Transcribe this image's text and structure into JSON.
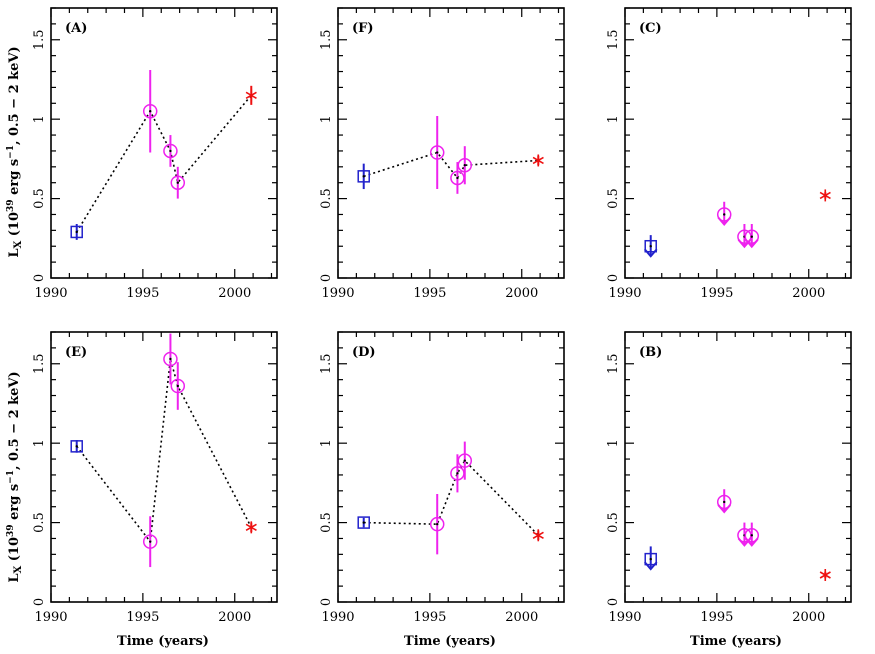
{
  "figure": {
    "ylabel_main": "L",
    "ylabel_sub": "X",
    "ylabel_open": " (10",
    "ylabel_exp": "39",
    "ylabel_unit1": " erg s",
    "ylabel_exp2": "−1",
    "ylabel_rest": ", 0.5 − 2 keV)",
    "xlabel": "Time (years)"
  },
  "colors": {
    "square": "#2222cc",
    "circle": "#ee22ee",
    "star": "#ee1111",
    "line": "#000000"
  },
  "chart_data": [
    {
      "type": "scatter",
      "label": "(A)",
      "xlim": [
        1990,
        2002.3
      ],
      "ylim": [
        0,
        1.7
      ],
      "xticks": [
        1990,
        1995,
        2000
      ],
      "yticks": [
        0,
        0.5,
        1,
        1.5
      ],
      "ytick_labels": [
        "0",
        "0.5",
        "1",
        "1.5"
      ],
      "connected": true,
      "points": [
        {
          "x": 1991.4,
          "y": 0.29,
          "err": 0.05,
          "marker": "square",
          "upper_limit": false
        },
        {
          "x": 1995.4,
          "y": 1.05,
          "err": 0.26,
          "marker": "circle",
          "upper_limit": false
        },
        {
          "x": 1996.5,
          "y": 0.8,
          "err": 0.1,
          "marker": "circle",
          "upper_limit": false
        },
        {
          "x": 1996.9,
          "y": 0.6,
          "err": 0.1,
          "marker": "circle",
          "upper_limit": false
        },
        {
          "x": 2000.9,
          "y": 1.15,
          "err": 0.06,
          "marker": "star",
          "upper_limit": false
        }
      ]
    },
    {
      "type": "scatter",
      "label": "(F)",
      "xlim": [
        1990,
        2002.3
      ],
      "ylim": [
        0,
        1.7
      ],
      "xticks": [
        1990,
        1995,
        2000
      ],
      "yticks": [
        0,
        0.5,
        1,
        1.5
      ],
      "ytick_labels": [
        "0",
        "0.5",
        "1",
        "1.5"
      ],
      "connected": true,
      "points": [
        {
          "x": 1991.4,
          "y": 0.64,
          "err": 0.08,
          "marker": "square",
          "upper_limit": false
        },
        {
          "x": 1995.4,
          "y": 0.79,
          "err": 0.23,
          "marker": "circle",
          "upper_limit": false
        },
        {
          "x": 1996.5,
          "y": 0.63,
          "err": 0.1,
          "marker": "circle",
          "upper_limit": false
        },
        {
          "x": 1996.9,
          "y": 0.71,
          "err": 0.12,
          "marker": "circle",
          "upper_limit": false
        },
        {
          "x": 2000.9,
          "y": 0.74,
          "err": 0.03,
          "marker": "star",
          "upper_limit": false
        }
      ]
    },
    {
      "type": "scatter",
      "label": "(C)",
      "xlim": [
        1990,
        2002.3
      ],
      "ylim": [
        0,
        1.7
      ],
      "xticks": [
        1990,
        1995,
        2000
      ],
      "yticks": [
        0,
        0.5,
        1,
        1.5
      ],
      "ytick_labels": [
        "0",
        "0.5",
        "1",
        "1.5"
      ],
      "connected": false,
      "points": [
        {
          "x": 1991.4,
          "y": 0.2,
          "err": 0.07,
          "marker": "square",
          "upper_limit": true
        },
        {
          "x": 1995.4,
          "y": 0.4,
          "err": 0.08,
          "marker": "circle",
          "upper_limit": true
        },
        {
          "x": 1996.5,
          "y": 0.26,
          "err": 0.08,
          "marker": "circle",
          "upper_limit": true
        },
        {
          "x": 1996.9,
          "y": 0.26,
          "err": 0.08,
          "marker": "circle",
          "upper_limit": true
        },
        {
          "x": 2000.9,
          "y": 0.52,
          "err": 0.02,
          "marker": "star",
          "upper_limit": false
        }
      ]
    },
    {
      "type": "scatter",
      "label": "(E)",
      "xlim": [
        1990,
        2002.3
      ],
      "ylim": [
        0,
        1.7
      ],
      "xticks": [
        1990,
        1995,
        2000
      ],
      "yticks": [
        0,
        0.5,
        1,
        1.5
      ],
      "ytick_labels": [
        "0",
        "0.5",
        "1",
        "1.5"
      ],
      "connected": true,
      "points": [
        {
          "x": 1991.4,
          "y": 0.98,
          "err": 0.04,
          "marker": "square",
          "upper_limit": false
        },
        {
          "x": 1995.4,
          "y": 0.38,
          "err": 0.16,
          "marker": "circle",
          "upper_limit": false
        },
        {
          "x": 1996.5,
          "y": 1.53,
          "err": 0.16,
          "marker": "circle",
          "upper_limit": false
        },
        {
          "x": 1996.9,
          "y": 1.36,
          "err": 0.15,
          "marker": "circle",
          "upper_limit": false
        },
        {
          "x": 2000.9,
          "y": 0.47,
          "err": 0.03,
          "marker": "star",
          "upper_limit": false
        }
      ]
    },
    {
      "type": "scatter",
      "label": "(D)",
      "xlim": [
        1990,
        2002.3
      ],
      "ylim": [
        0,
        1.7
      ],
      "xticks": [
        1990,
        1995,
        2000
      ],
      "yticks": [
        0,
        0.5,
        1,
        1.5
      ],
      "ytick_labels": [
        "0",
        "0.5",
        "1",
        "1.5"
      ],
      "connected": true,
      "points": [
        {
          "x": 1991.4,
          "y": 0.5,
          "err": 0.03,
          "marker": "square",
          "upper_limit": false
        },
        {
          "x": 1995.4,
          "y": 0.49,
          "err": 0.19,
          "marker": "circle",
          "upper_limit": false
        },
        {
          "x": 1996.5,
          "y": 0.81,
          "err": 0.12,
          "marker": "circle",
          "upper_limit": false
        },
        {
          "x": 1996.9,
          "y": 0.89,
          "err": 0.12,
          "marker": "circle",
          "upper_limit": false
        },
        {
          "x": 2000.9,
          "y": 0.42,
          "err": 0.03,
          "marker": "star",
          "upper_limit": false
        }
      ]
    },
    {
      "type": "scatter",
      "label": "(B)",
      "xlim": [
        1990,
        2002.3
      ],
      "ylim": [
        0,
        1.7
      ],
      "xticks": [
        1990,
        1995,
        2000
      ],
      "yticks": [
        0,
        0.5,
        1,
        1.5
      ],
      "ytick_labels": [
        "0",
        "0.5",
        "1",
        "1.5"
      ],
      "connected": false,
      "points": [
        {
          "x": 1991.4,
          "y": 0.27,
          "err": 0.08,
          "marker": "square",
          "upper_limit": true
        },
        {
          "x": 1995.4,
          "y": 0.63,
          "err": 0.08,
          "marker": "circle",
          "upper_limit": true
        },
        {
          "x": 1996.5,
          "y": 0.42,
          "err": 0.08,
          "marker": "circle",
          "upper_limit": true
        },
        {
          "x": 1996.9,
          "y": 0.42,
          "err": 0.08,
          "marker": "circle",
          "upper_limit": true
        },
        {
          "x": 2000.9,
          "y": 0.17,
          "err": 0.02,
          "marker": "star",
          "upper_limit": false
        }
      ]
    }
  ]
}
